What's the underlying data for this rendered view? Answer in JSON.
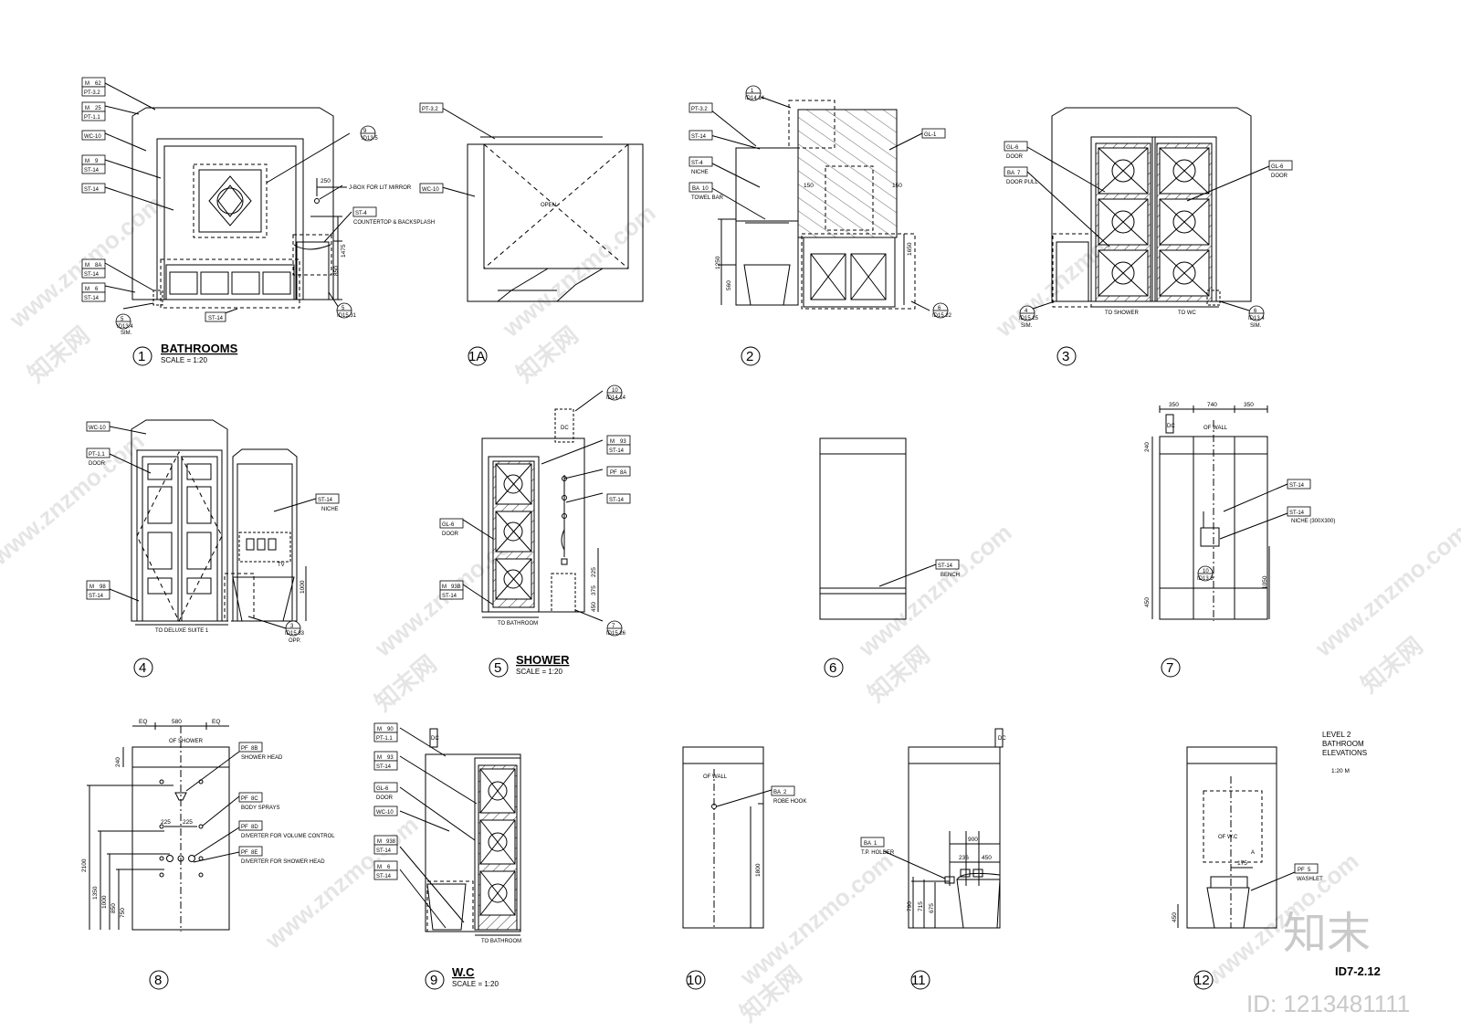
{
  "drawing": {
    "sheet_no": "ID7-2.12",
    "sheet_title_lines": [
      "LEVEL 2",
      "BATHROOM",
      "ELEVATIONS"
    ],
    "sheet_scale": "1:20 M",
    "watermark": {
      "site": "www.znzmo.com",
      "brand": "知末网",
      "logo": "知末",
      "id_text": "ID: 1213481111"
    },
    "view_titles": [
      {
        "num": "1",
        "title": "BATHROOMS",
        "scale": "SCALE = 1:20"
      },
      {
        "num": "1A",
        "title": "",
        "scale": ""
      },
      {
        "num": "2",
        "title": "",
        "scale": ""
      },
      {
        "num": "3",
        "title": "",
        "scale": ""
      },
      {
        "num": "4",
        "title": "",
        "scale": ""
      },
      {
        "num": "5",
        "title": "SHOWER",
        "scale": "SCALE = 1:20"
      },
      {
        "num": "6",
        "title": "",
        "scale": ""
      },
      {
        "num": "7",
        "title": "",
        "scale": ""
      },
      {
        "num": "8",
        "title": "",
        "scale": ""
      },
      {
        "num": "9",
        "title": "W.C",
        "scale": "SCALE = 1:20"
      },
      {
        "num": "10",
        "title": "",
        "scale": ""
      },
      {
        "num": "11",
        "title": "",
        "scale": ""
      },
      {
        "num": "12",
        "title": "",
        "scale": ""
      }
    ],
    "tags": {
      "m62": [
        "M",
        "62"
      ],
      "pt32": "PT-3.2",
      "m25": [
        "M",
        "25"
      ],
      "pt11": "PT-1.1",
      "wc10": "WC-10",
      "m9": [
        "M",
        "9"
      ],
      "st14": "ST-14",
      "m8a": [
        "M",
        "8A"
      ],
      "m6": [
        "M",
        "6"
      ],
      "st4": "ST-4",
      "niche": "NICHE",
      "ba10": [
        "BA",
        "10"
      ],
      "towel_bar": "TOWEL BAR",
      "gl1": "GL-1",
      "gl6": "GL-6",
      "door": "DOOR",
      "ba7": [
        "BA",
        "7"
      ],
      "door_pull": "DOOR PULL",
      "m98": [
        "M",
        "98"
      ],
      "m93": [
        "M",
        "93"
      ],
      "pf8a": [
        "PF",
        "8A"
      ],
      "m93b": [
        "M",
        "93B"
      ],
      "bench": "BENCH",
      "niche_size": "NICHE (300X300)",
      "pf8b": [
        "PF",
        "8B"
      ],
      "shower_head": "SHOWER HEAD",
      "pf8c": [
        "PF",
        "8C"
      ],
      "body_sprays": "BODY SPRAYS",
      "pf8d": [
        "PF",
        "8D"
      ],
      "diverter_vol": "DIVERTER FOR VOLUME CONTROL",
      "pf8e": [
        "PF",
        "8E"
      ],
      "diverter_sh": "DIVERTER FOR SHOWER HEAD",
      "m90": [
        "M",
        "90"
      ],
      "m938": [
        "M",
        "938"
      ],
      "ba2": [
        "BA",
        "2"
      ],
      "robe_hook": "ROBE HOOK",
      "ba1": [
        "BA",
        "1"
      ],
      "tp_holder": "T.P. HOLDER",
      "pf5": [
        "PF",
        "5"
      ],
      "washlet": "WASHLET",
      "jbox": "J-BOX FOR LIT MIRROR",
      "countertop": "COUNTERTOP & BACKSPLASH",
      "open": "OPEN",
      "of_wall": "OF WALL",
      "of_shower": "OF SHOWER",
      "of_wc": "OF W.C",
      "to_shower": "TO SHOWER",
      "to_wc": "TO WC",
      "to_deluxe": "TO DELUXE SUITE 1",
      "to_bathroom": "TO BATHROOM",
      "tv": "TV",
      "sim": "SIM.",
      "opp": "OPP.",
      "dc": "DC",
      "a": "A"
    },
    "refs": {
      "r9": [
        "9",
        "ID13.5"
      ],
      "r5a": [
        "5",
        "ID13.4"
      ],
      "r5b": [
        "5",
        "ID15.31"
      ],
      "r1": [
        "1",
        "ID14.14"
      ],
      "r6": [
        "6",
        "ID15.22"
      ],
      "r4": [
        "4",
        "ID15.25"
      ],
      "r6b": [
        "6",
        "ID13.4"
      ],
      "r3": [
        "3",
        "ID15.33"
      ],
      "r10": [
        "10",
        "ID14.14"
      ],
      "r7": [
        "7",
        "ID15.26"
      ],
      "r10b": [
        "10",
        "ID13.5"
      ]
    },
    "dims": {
      "d250": "250",
      "d1475": "1475",
      "d850": "850",
      "d1250": "1250",
      "d560": "560",
      "d1650": "1650",
      "d150": "150",
      "d225": "225",
      "d375": "375",
      "d450": "450",
      "d1000": "1000",
      "d350": "350",
      "d740": "740",
      "d240": "240",
      "d1050": "1050",
      "eq": "EQ",
      "d580": "580",
      "d2100": "2100",
      "d1350": "1350",
      "d750": "750",
      "d1800": "1800",
      "d900": "900",
      "d236": "236",
      "d790": "790",
      "d715": "715",
      "d675": "675",
      "d175": "175"
    }
  }
}
